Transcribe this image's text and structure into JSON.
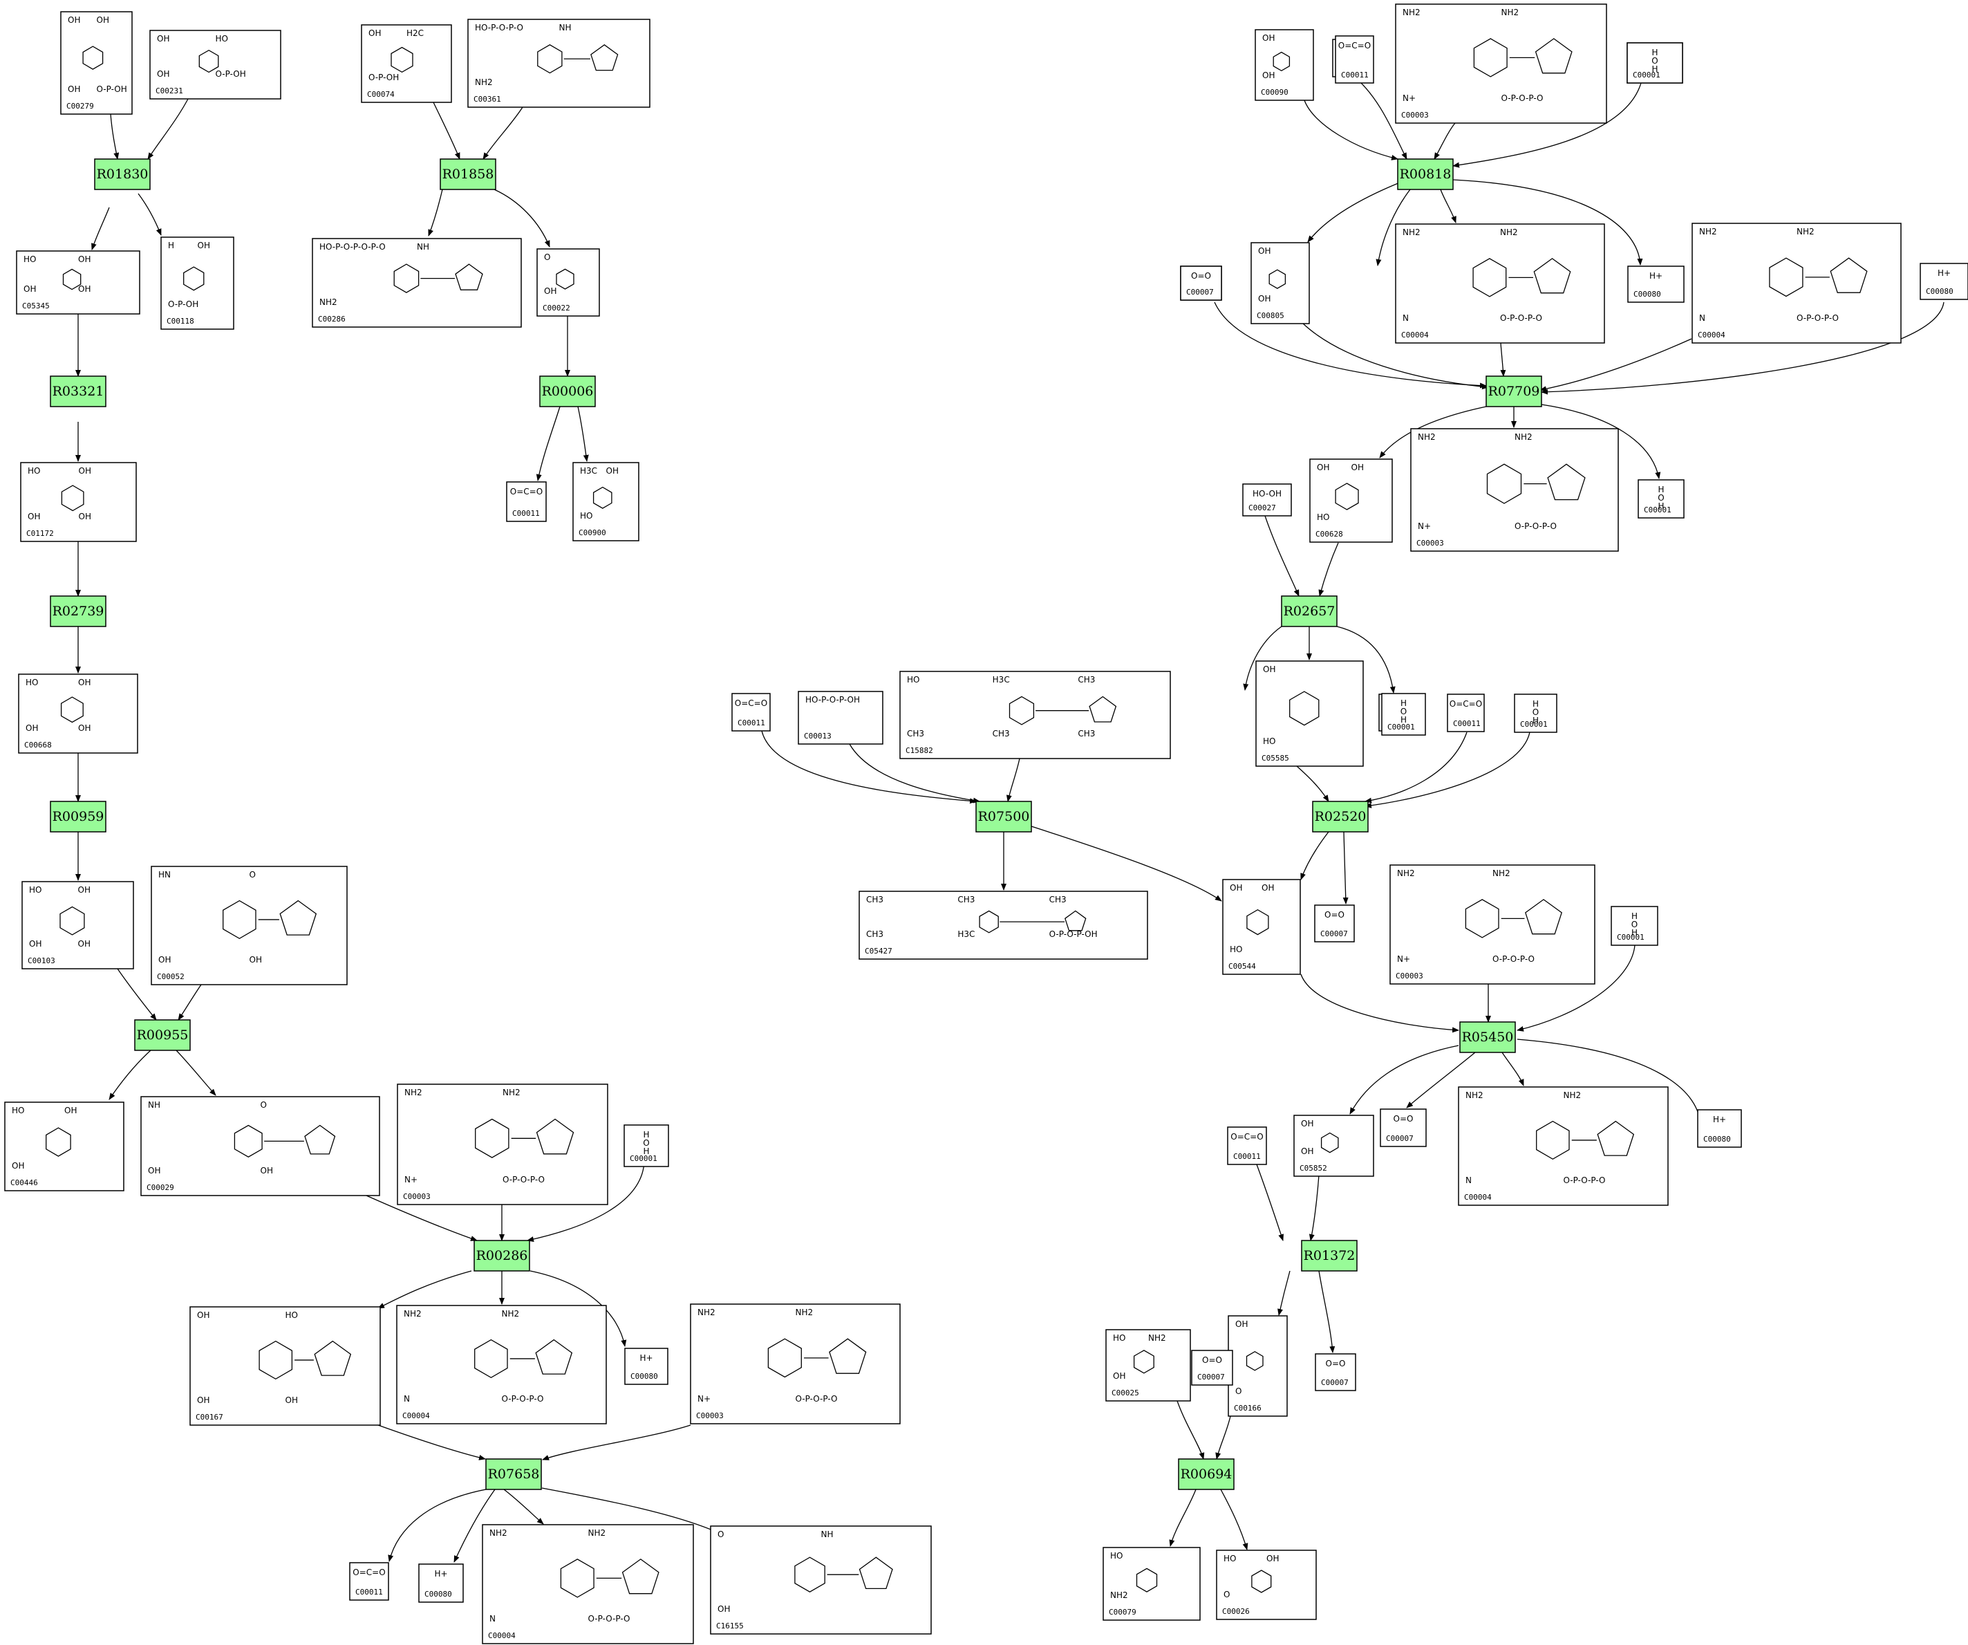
{
  "reactions": [
    {
      "id": "R01830"
    },
    {
      "id": "R01858"
    },
    {
      "id": "R00818"
    },
    {
      "id": "R03321"
    },
    {
      "id": "R00006"
    },
    {
      "id": "R07709"
    },
    {
      "id": "R02739"
    },
    {
      "id": "R02657"
    },
    {
      "id": "R00959"
    },
    {
      "id": "R07500"
    },
    {
      "id": "R02520"
    },
    {
      "id": "R00955"
    },
    {
      "id": "R05450"
    },
    {
      "id": "R00286"
    },
    {
      "id": "R01372"
    },
    {
      "id": "R07658"
    },
    {
      "id": "R00694"
    }
  ],
  "compounds": [
    {
      "id": "C00279",
      "frags": [
        "OH",
        "OH",
        "OH",
        "O-P-OH"
      ]
    },
    {
      "id": "C00231",
      "frags": [
        "OH",
        "HO",
        "OH",
        "O-P-OH"
      ]
    },
    {
      "id": "C05345",
      "frags": [
        "HO",
        "OH",
        "OH",
        "OH"
      ]
    },
    {
      "id": "C00118",
      "frags": [
        "H",
        "OH",
        "O-P-OH"
      ]
    },
    {
      "id": "C01172",
      "frags": [
        "HO",
        "OH",
        "OH",
        "OH"
      ]
    },
    {
      "id": "C00668",
      "frags": [
        "HO",
        "OH",
        "OH",
        "OH"
      ]
    },
    {
      "id": "C00103",
      "frags": [
        "HO",
        "OH",
        "OH",
        "OH"
      ]
    },
    {
      "id": "C00052",
      "frags": [
        "HN",
        "O",
        "OH",
        "OH"
      ]
    },
    {
      "id": "C00446",
      "frags": [
        "HO",
        "OH",
        "OH"
      ]
    },
    {
      "id": "C00029",
      "frags": [
        "NH",
        "O",
        "OH",
        "OH"
      ]
    },
    {
      "id": "C00074",
      "frags": [
        "OH",
        "H2C",
        "O-P-OH"
      ]
    },
    {
      "id": "C00361",
      "frags": [
        "HO-P-O-P-O",
        "NH",
        "NH2"
      ]
    },
    {
      "id": "C00286",
      "frags": [
        "HO-P-O-P-O-P-O",
        "NH",
        "NH2"
      ]
    },
    {
      "id": "C00022",
      "frags": [
        "O",
        "OH"
      ]
    },
    {
      "id": "C00011",
      "frags": [
        "O=C=O"
      ]
    },
    {
      "id": "C00900",
      "frags": [
        "H3C",
        "OH",
        "HO"
      ]
    },
    {
      "id": "C00090",
      "frags": [
        "OH",
        "OH"
      ]
    },
    {
      "id": "C00003",
      "frags": [
        "NH2",
        "NH2",
        "N+",
        "O-P-O-P-O"
      ]
    },
    {
      "id": "C00001",
      "frags": [
        "H",
        "O",
        "H"
      ]
    },
    {
      "id": "C00805",
      "frags": [
        "OH",
        "OH"
      ]
    },
    {
      "id": "C00007",
      "frags": [
        "O=O"
      ]
    },
    {
      "id": "C00004",
      "frags": [
        "NH2",
        "NH2",
        "N",
        "O-P-O-P-O"
      ]
    },
    {
      "id": "C00080",
      "frags": [
        "H+"
      ]
    },
    {
      "id": "C00628",
      "frags": [
        "OH",
        "OH",
        "HO"
      ]
    },
    {
      "id": "C00027",
      "frags": [
        "HO-OH"
      ]
    },
    {
      "id": "C00013",
      "frags": [
        "HO-P-O-P-OH"
      ]
    },
    {
      "id": "C15882",
      "frags": [
        "HO",
        "H3C",
        "CH3",
        "CH3",
        "CH3",
        "CH3"
      ]
    },
    {
      "id": "C05585",
      "frags": [
        "OH",
        "HO"
      ]
    },
    {
      "id": "C05427",
      "frags": [
        "CH3",
        "CH3",
        "CH3",
        "CH3",
        "H3C",
        "O-P-O-P-OH"
      ]
    },
    {
      "id": "C00544",
      "frags": [
        "OH",
        "OH",
        "HO"
      ]
    },
    {
      "id": "C05852",
      "frags": [
        "OH",
        "OH"
      ]
    },
    {
      "id": "C00167",
      "frags": [
        "OH",
        "HO",
        "OH",
        "OH"
      ]
    },
    {
      "id": "C00025",
      "frags": [
        "HO",
        "NH2",
        "OH"
      ]
    },
    {
      "id": "C00166",
      "frags": [
        "OH",
        "O"
      ]
    },
    {
      "id": "C16155",
      "frags": [
        "O",
        "NH",
        "OH"
      ]
    },
    {
      "id": "C00079",
      "frags": [
        "HO",
        "NH2"
      ]
    },
    {
      "id": "C00026",
      "frags": [
        "HO",
        "OH",
        "O"
      ]
    }
  ]
}
